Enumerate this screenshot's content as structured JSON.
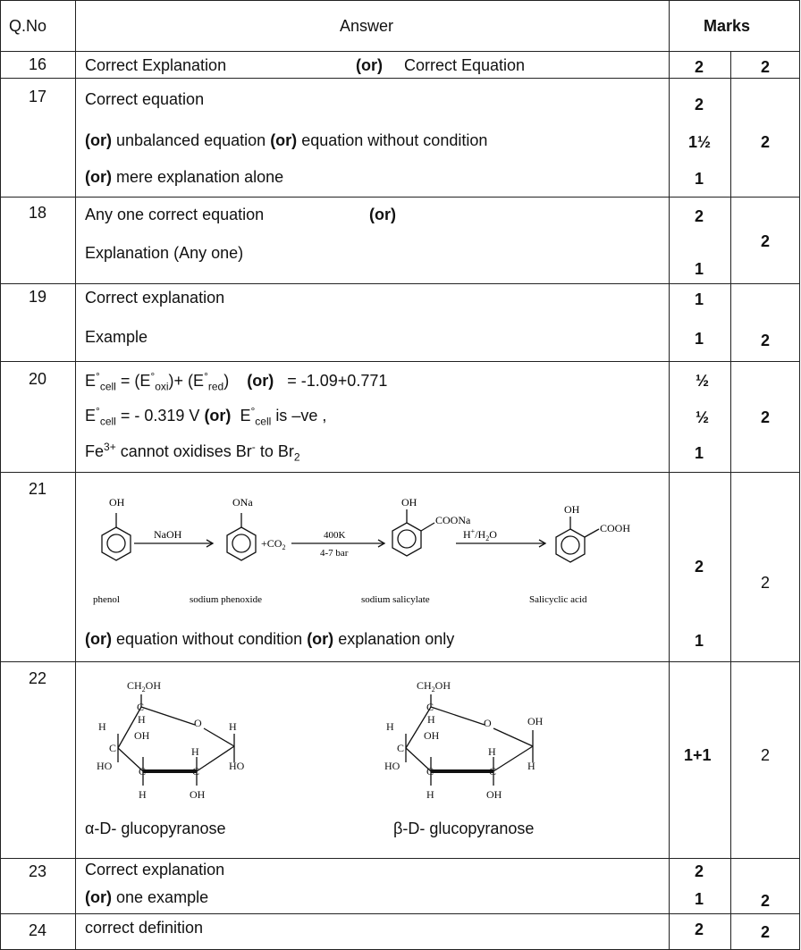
{
  "header": {
    "qno": "Q.No",
    "answer": "Answer",
    "marks": "Marks"
  },
  "q16": {
    "no": "16",
    "text": "Correct Explanation",
    "or": "(or)",
    "alt": "Correct Equation",
    "m1": "2",
    "total": "2"
  },
  "q17": {
    "no": "17",
    "l1": "Correct equation",
    "m1": "2",
    "l2_or1": "(or)",
    "l2_a": "unbalanced equation",
    "l2_or2": "(or)",
    "l2_b": "equation without condition",
    "m2": "1½",
    "l3_or": "(or)",
    "l3_a": "mere explanation alone",
    "m3": "1",
    "total": "2"
  },
  "q18": {
    "no": "18",
    "l1": "Any one correct equation",
    "or": "(or)",
    "l2": "Explanation (Any one)",
    "m1": "2",
    "m2": "1",
    "total": "2"
  },
  "q19": {
    "no": "19",
    "l1": "Correct explanation",
    "l2": "Example",
    "m1": "1",
    "m2": "1",
    "total": "2"
  },
  "q20": {
    "no": "20",
    "E": "E",
    "deg": "°",
    "cell": "cell",
    "oxi": "oxi",
    "red": "red",
    "l1_eq": "=",
    "l1_open": "(E",
    "l1_plus": ")+ (E",
    "l1_close": ")",
    "l1_or": "(or)",
    "l1_val": "= -1.09+0.771",
    "l2_val": "= - 0.319 V",
    "l2_or": "(or)",
    "l2_tail": "is –ve ,",
    "l3_fe": "Fe",
    "l3_fe_sup": "3+",
    "l3_mid": "cannot oxidises Br",
    "l3_br_sup": "-",
    "l3_to": "to Br",
    "l3_br_sub": "2",
    "m1": "½",
    "m2": "½",
    "m3": "1",
    "total": "2"
  },
  "q21": {
    "no": "21",
    "oh": "OH",
    "ona": "ONa",
    "naoh": "NaOH",
    "co2": "+CO",
    "co2_sub": "2",
    "temp": "400K",
    "pressure": "4-7 bar",
    "coona": "COONa",
    "acid_label": "H",
    "acid_sup": "+",
    "acid_tail": "/H",
    "acid_sub": "2",
    "acid_o": "O",
    "cooh": "COOH",
    "phenol": "phenol",
    "phenoxide": "sodium phenoxide",
    "salicylate": "sodium salicylate",
    "salicylic": "Salicyclic acid",
    "or1": "(or)",
    "alt1": "equation without condition",
    "or2": "(or)",
    "alt2": "explanation only",
    "m1": "2",
    "m2": "1",
    "total": "2"
  },
  "q22": {
    "no": "22",
    "ch2oh": "CH",
    "ch2oh_sub": "2",
    "ch2oh_tail": "OH",
    "c": "C",
    "o": "O",
    "h": "H",
    "oh": "OH",
    "ho": "HO",
    "alpha": "α-D- glucopyranose",
    "beta": "β-D- glucopyranose",
    "m1": "1+1",
    "total": "2"
  },
  "q23": {
    "no": "23",
    "l1": "Correct explanation",
    "or": "(or)",
    "l2": "one example",
    "m1": "2",
    "m2": "1",
    "total": "2"
  },
  "q24": {
    "no": "24",
    "l1": "correct definition",
    "m1": "2",
    "total": "2"
  }
}
